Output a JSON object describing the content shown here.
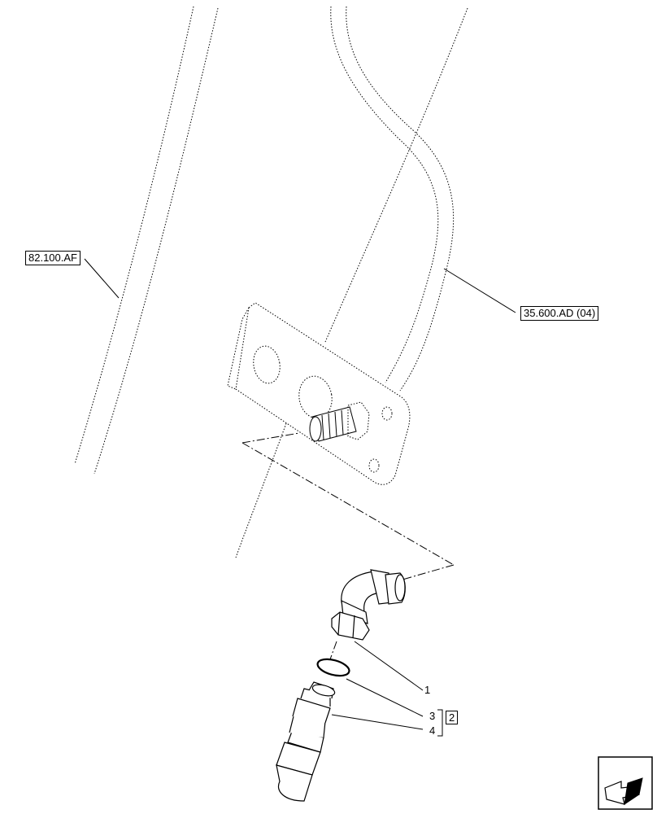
{
  "references": {
    "left_ref": "82.100.AF",
    "right_ref": "35.600.AD (04)"
  },
  "callouts": {
    "item_1": "1",
    "item_3": "3",
    "item_4": "4",
    "kit_2": "2"
  },
  "icons": {
    "nav_arrow": "next-page-arrow-icon"
  }
}
